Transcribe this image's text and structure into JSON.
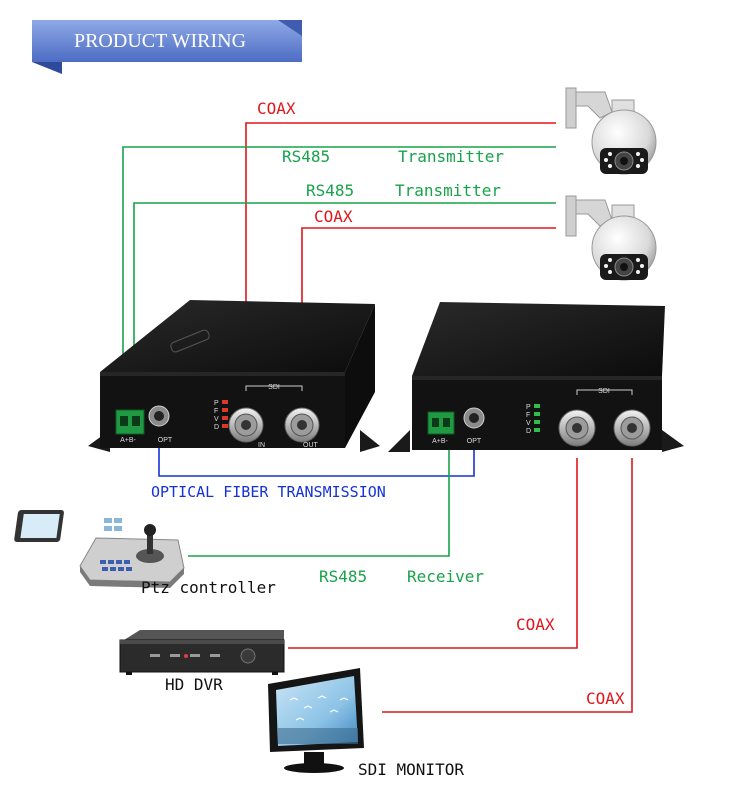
{
  "banner": {
    "title": "PRODUCT WIRING"
  },
  "wire_labels": {
    "coax_top": "COAX",
    "rs485_1": "RS485",
    "transmitter_1": "Transmitter",
    "rs485_2": "RS485",
    "transmitter_2": "Transmitter",
    "coax_second": "COAX",
    "optical": "OPTICAL FIBER TRANSMISSION",
    "rs485_receiver": "RS485",
    "receiver": "Receiver",
    "coax_dvr": "COAX",
    "coax_monitor": "COAX"
  },
  "device_labels": {
    "ptz": "Ptz controller",
    "dvr": "HD DVR",
    "monitor": "SDI MONITOR"
  },
  "panel_labels": {
    "sdi_left": "SDI",
    "sdi_right": "SDI",
    "in": "IN",
    "out": "OUT",
    "opt_left": "OPT",
    "opt_right": "OPT",
    "ab_left": "A+B-",
    "ab_right": "A+B-",
    "led_p": "P",
    "led_f": "F",
    "led_v": "V",
    "led_d": "D"
  },
  "colors": {
    "coax": "#e0161b",
    "rs485": "#17a349",
    "fiber": "#1432d8",
    "banner": "#6f8fd6"
  }
}
